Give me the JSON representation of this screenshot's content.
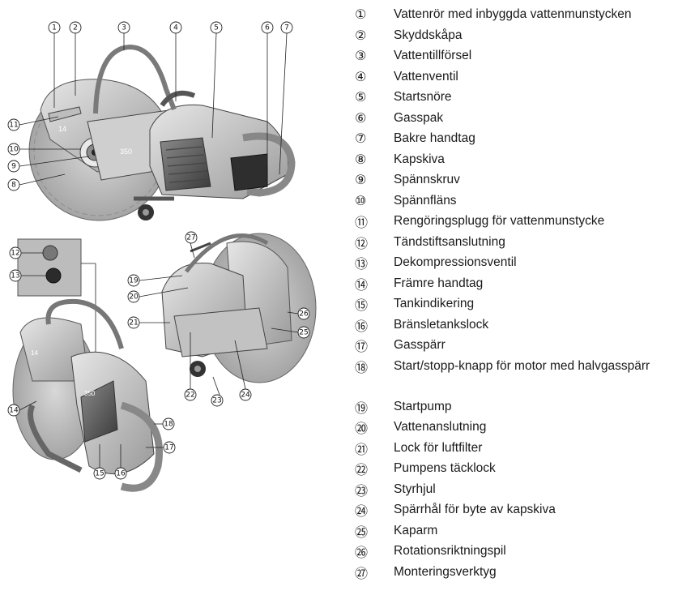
{
  "callouts": {
    "c1": "1",
    "c2": "2",
    "c3": "3",
    "c4": "4",
    "c5": "5",
    "c6": "6",
    "c7": "7",
    "c8": "8",
    "c9": "9",
    "c10": "10",
    "c11": "11",
    "c12": "12",
    "c13": "13",
    "c14": "14",
    "c15": "15",
    "c16": "16",
    "c17": "17",
    "c18": "18",
    "c19": "19",
    "c20": "20",
    "c21": "21",
    "c22": "22",
    "c23": "23",
    "c24": "24",
    "c25": "25",
    "c26": "26",
    "c27": "27"
  },
  "saw_markings": {
    "blade_size": "14",
    "model": "350"
  },
  "legend": [
    {
      "num": "①",
      "text": "Vattenrör med inbyggda vattenmunstycken"
    },
    {
      "num": "②",
      "text": "Skyddskåpa"
    },
    {
      "num": "③",
      "text": "Vattentillförsel"
    },
    {
      "num": "④",
      "text": "Vattenventil"
    },
    {
      "num": "⑤",
      "text": "Startsnöre"
    },
    {
      "num": "⑥",
      "text": "Gasspak"
    },
    {
      "num": "⑦",
      "text": "Bakre handtag"
    },
    {
      "num": "⑧",
      "text": "Kapskiva"
    },
    {
      "num": "⑨",
      "text": "Spännskruv"
    },
    {
      "num": "⑩",
      "text": "Spännfläns"
    },
    {
      "num": "⑪",
      "text": "Rengöringsplugg för vattenmunstycke"
    },
    {
      "num": "⑫",
      "text": "Tändstiftsanslutning"
    },
    {
      "num": "⑬",
      "text": "Dekompressionsventil"
    },
    {
      "num": "⑭",
      "text": "Främre handtag"
    },
    {
      "num": "⑮",
      "text": "Tankindikering"
    },
    {
      "num": "⑯",
      "text": "Bränsletankslock"
    },
    {
      "num": "⑰",
      "text": "Gasspärr"
    },
    {
      "num": "⑱",
      "text": "Start/stopp-knapp för motor med halvgasspärr"
    },
    {
      "num": "⑲",
      "text": "Startpump"
    },
    {
      "num": "⑳",
      "text": "Vattenanslutning"
    },
    {
      "num": "㉑",
      "text": "Lock för luftfilter"
    },
    {
      "num": "㉒",
      "text": "Pumpens täcklock"
    },
    {
      "num": "㉓",
      "text": "Styrhjul"
    },
    {
      "num": "㉔",
      "text": "Spärrhål för byte av kapskiva"
    },
    {
      "num": "㉕",
      "text": "Kaparm"
    },
    {
      "num": "㉖",
      "text": "Rotationsriktningspil"
    },
    {
      "num": "㉗",
      "text": "Monteringsverktyg"
    }
  ]
}
